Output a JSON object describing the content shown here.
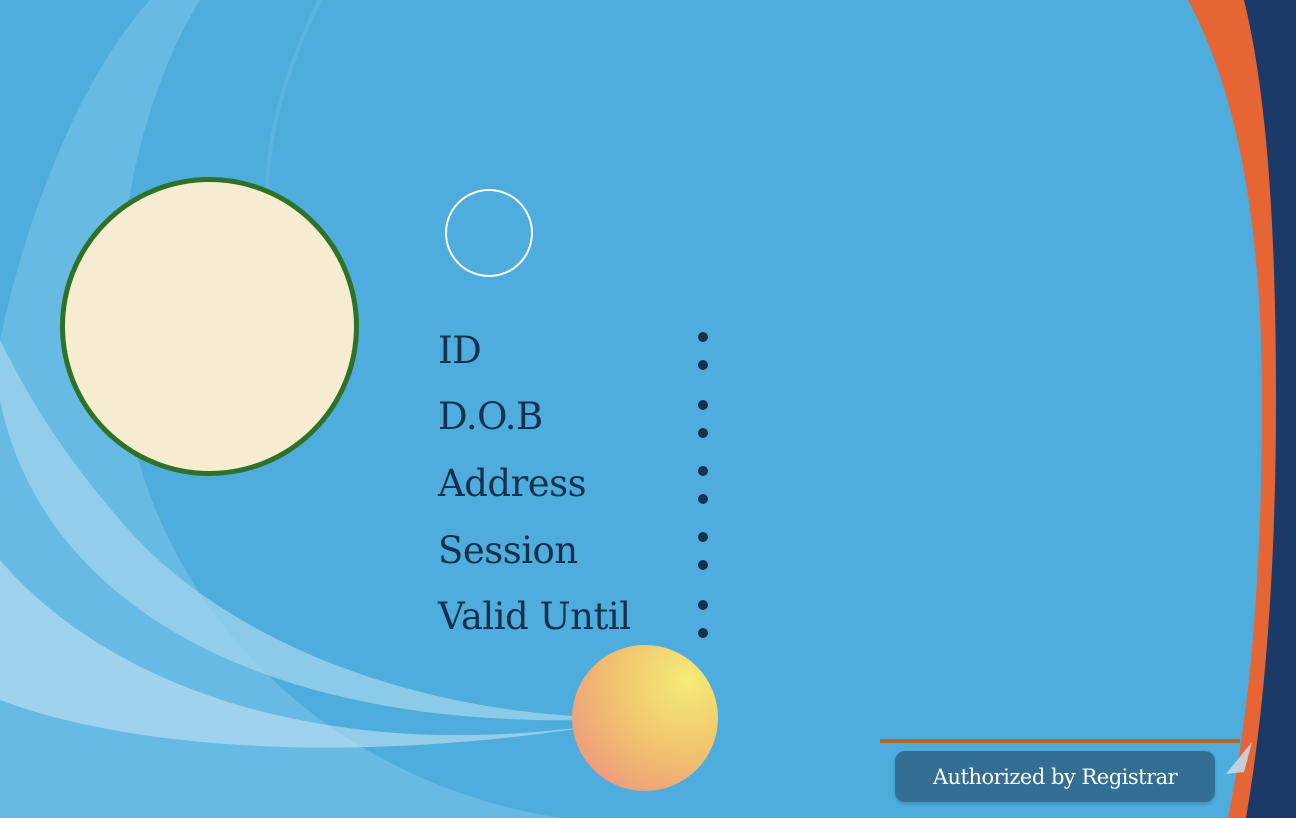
{
  "fields": [
    {
      "label": "ID"
    },
    {
      "label": "D.O.B"
    },
    {
      "label": "Address"
    },
    {
      "label": "Session"
    },
    {
      "label": "Valid Until"
    }
  ],
  "footer": {
    "authorized_label": "Authorized by Registrar"
  },
  "icons": {
    "photo": "photo-placeholder-icon",
    "qr": "qr-placeholder-icon",
    "seal": "seal-icon",
    "send": "send-icon"
  },
  "colors": {
    "background": "#4eaddd",
    "accent_orange": "#e56534",
    "accent_navy": "#1c3a67",
    "text": "#16304e",
    "photo_border": "#2d7227",
    "photo_fill": "#f5ecd1",
    "badge": "#336f95"
  }
}
